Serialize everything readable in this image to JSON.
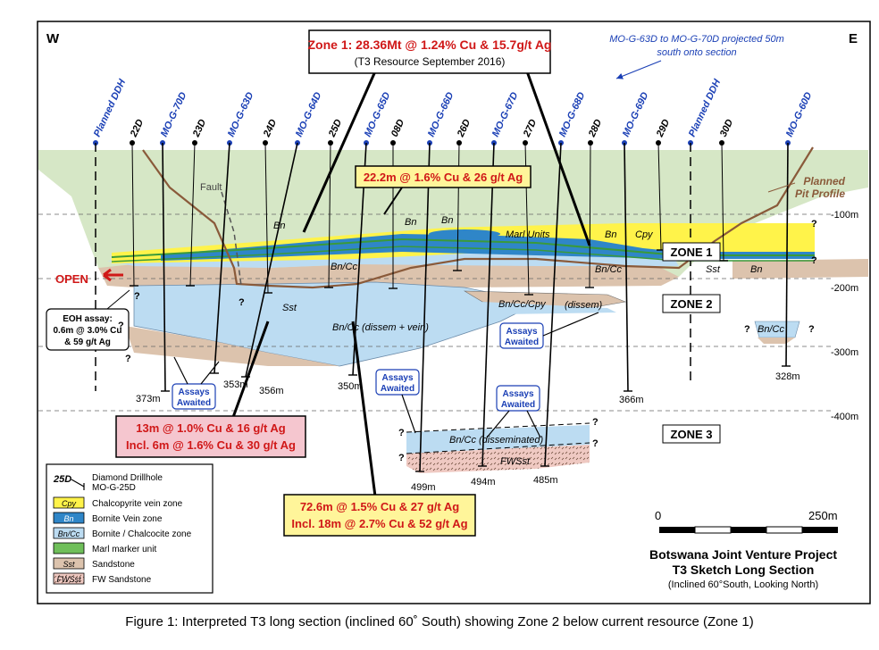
{
  "compass": {
    "west": "W",
    "east": "E"
  },
  "header": {
    "zone1_resource": "Zone 1: 28.36Mt @ 1.24% Cu & 15.7g/t Ag",
    "zone1_note": "(T3 Resource September 2016)",
    "projection_note_line1": "MO-G-63D to MO-G-70D projected 50m",
    "projection_note_line2": "south onto section"
  },
  "drillholes": [
    "Planned DDH",
    "22D",
    "MO-G-70D",
    "23D",
    "MO-G-63D",
    "24D",
    "MO-G-64D",
    "25D",
    "MO-G-65D",
    "08D",
    "MO-G-66D",
    "26D",
    "MO-G-67D",
    "27D",
    "MO-G-68D",
    "28D",
    "MO-G-69D",
    "29D",
    "Planned DDH",
    "30D",
    "MO-G-60D"
  ],
  "depth_labels": [
    "-100m",
    "-200m",
    "-300m",
    "-400m"
  ],
  "end_depths": [
    "373m",
    "353m",
    "356m",
    "350m",
    "366m",
    "328m",
    "499m",
    "494m",
    "485m"
  ],
  "zones": [
    "ZONE 1",
    "ZONE 2",
    "ZONE 3"
  ],
  "intercepts": {
    "i1": "22.2m @ 1.6% Cu & 26 g/t Ag",
    "i2_line1": "13m @ 1.0% Cu & 16 g/t Ag",
    "i2_line2": "Incl. 6m @ 1.6% Cu & 30 g/t Ag",
    "i3_line1": "72.6m @ 1.5% Cu & 27 g/t Ag",
    "i3_line2": "Incl. 18m @ 2.7% Cu & 52 g/t Ag"
  },
  "assays_label_line1": "Assays",
  "assays_label_line2": "Awaited",
  "eoh": {
    "line1": "EOH assay:",
    "line2": "0.6m @ 3.0% Cu",
    "line3": "& 59 g/t Ag"
  },
  "open_label": "OPEN",
  "fault_label": "Fault",
  "pit_label_line1": "Planned",
  "pit_label_line2": "Pit Profile",
  "geo_labels": {
    "bn": "Bn",
    "cpy": "Cpy",
    "marl": "Marl Units",
    "bncc": "Bn/Cc",
    "sst": "Sst",
    "bncc_dissem_vein": "Bn/Cc  (dissem + vein)",
    "bncc_cpy": "Bn/Cc/Cpy",
    "dissem": "(dissem)",
    "bncc_disseminated": "Bn/Cc  (disseminated)",
    "fwsst": "FWSst",
    "q": "?"
  },
  "legend": {
    "drill_sym": "25D",
    "drill_line1": "Diamond Drillhole",
    "drill_line2": "MO-G-25D",
    "items": [
      {
        "code": "Cpy",
        "label": "Chalcopyrite vein zone",
        "color": "#fff34a"
      },
      {
        "code": "Bn",
        "label": "Bornite Vein zone",
        "color": "#2f86c8"
      },
      {
        "code": "Bn/Cc",
        "label": "Bornite / Chalcocite zone",
        "color": "#bcdcf2"
      },
      {
        "code": "",
        "label": "Marl marker unit",
        "color": "#6fbf5a"
      },
      {
        "code": "Sst",
        "label": "Sandstone",
        "color": "#dcc3ad"
      },
      {
        "code": "FWSst",
        "label": "FW Sandstone",
        "color": "#efc9c2"
      }
    ]
  },
  "scale": {
    "zero": "0",
    "max": "250m"
  },
  "title_block": {
    "line1": "Botswana Joint Venture Project",
    "line2": "T3 Sketch Long Section",
    "line3": "(Inclined  60°South, Looking North)"
  },
  "caption": "Figure 1:  Interpreted T3 long section (inclined 60˚ South) showing Zone 2 below current resource (Zone 1)",
  "colors": {
    "cover": "#d6e7c6",
    "yellow": "#fff34a",
    "bornite": "#2f86c8",
    "bncc": "#bcdcf2",
    "marl": "#6fbf5a",
    "sst": "#dcc3ad",
    "fwsst": "#efc9c2",
    "blue_text": "#1a3fb5",
    "red_text": "#d01818",
    "pink_box": "#f5c6cf",
    "yellow_box": "#fff59a"
  }
}
